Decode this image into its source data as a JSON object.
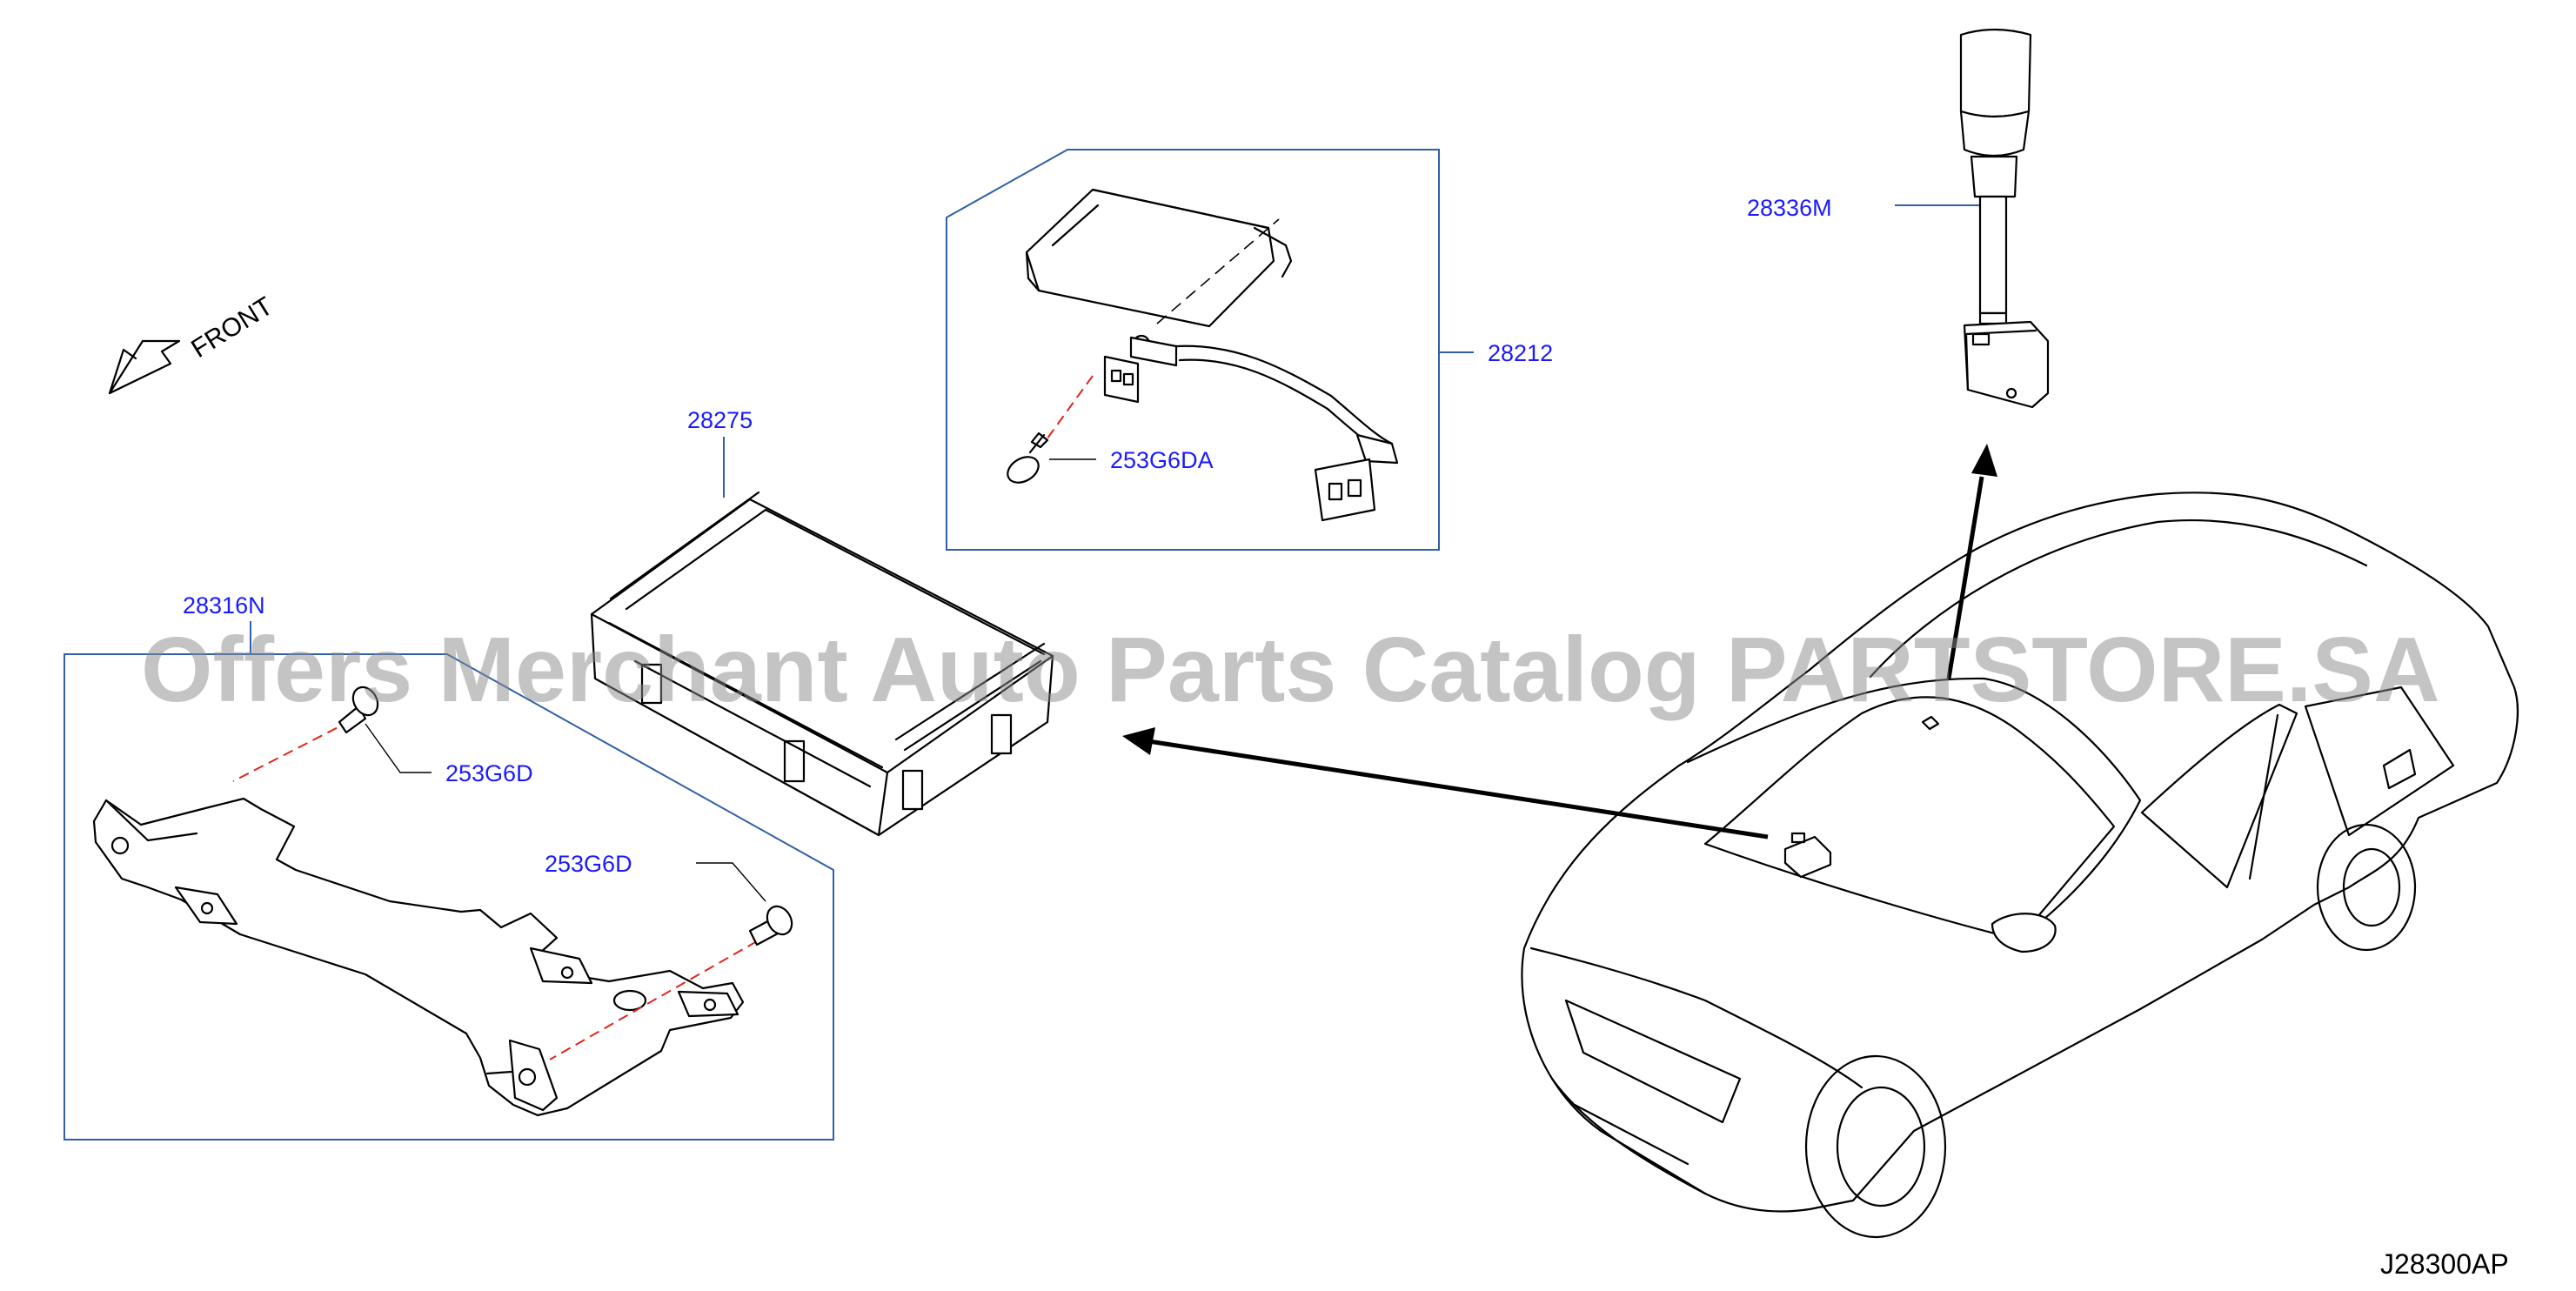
{
  "direction": {
    "label": "FRONT",
    "icon": "front-arrow-icon"
  },
  "parts": {
    "p28212": "28212",
    "p28275": "28275",
    "p28316n": "28316N",
    "p28336m": "28336M",
    "screw_253g6da": "253G6DA",
    "screw_253g6d_a": "253G6D",
    "screw_253g6d_b": "253G6D"
  },
  "diagram_code": "J28300AP",
  "watermark": "Offers Merchant Auto Parts Catalog PARTSTORE.SA",
  "colors": {
    "part_number": "#1a1aff",
    "callout_box": "#2f5fa8",
    "fastener_line": "#e0241b",
    "watermark": "#8a8a8a"
  }
}
